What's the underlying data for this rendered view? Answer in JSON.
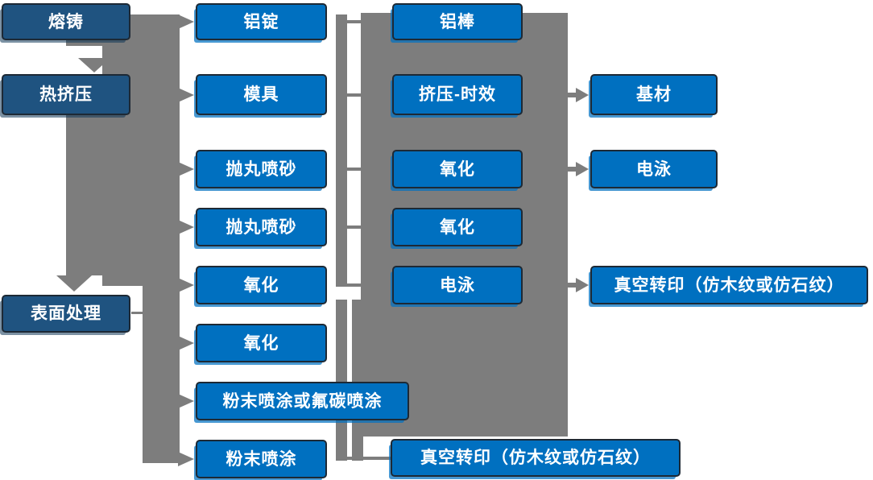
{
  "diagram": {
    "type": "process-flowchart",
    "stages": {
      "melting_casting": "熔铸",
      "hot_extrusion": "热挤压",
      "surface_treatment": "表面处理"
    },
    "col2": [
      "铝锭",
      "模具",
      "抛丸喷砂",
      "抛丸喷砂",
      "氧化",
      "氧化",
      "粉末喷涂或氟碳喷涂",
      "粉末喷涂"
    ],
    "col3": [
      "铝棒",
      "挤压-时效",
      "氧化",
      "氧化",
      "电泳"
    ],
    "col4": [
      "基材",
      "电泳",
      "真空转印（仿木纹或仿石纹）"
    ],
    "bottom_node": "真空转印（仿木纹或仿石纹）"
  },
  "colors": {
    "stage_box_fill": "#1F5380",
    "process_box_fill": "#0070C0",
    "connector_gray": "#7D7D7D",
    "box_border": "#1D2935",
    "box_text": "#FFFFFF",
    "background": "#FFFFFF"
  }
}
